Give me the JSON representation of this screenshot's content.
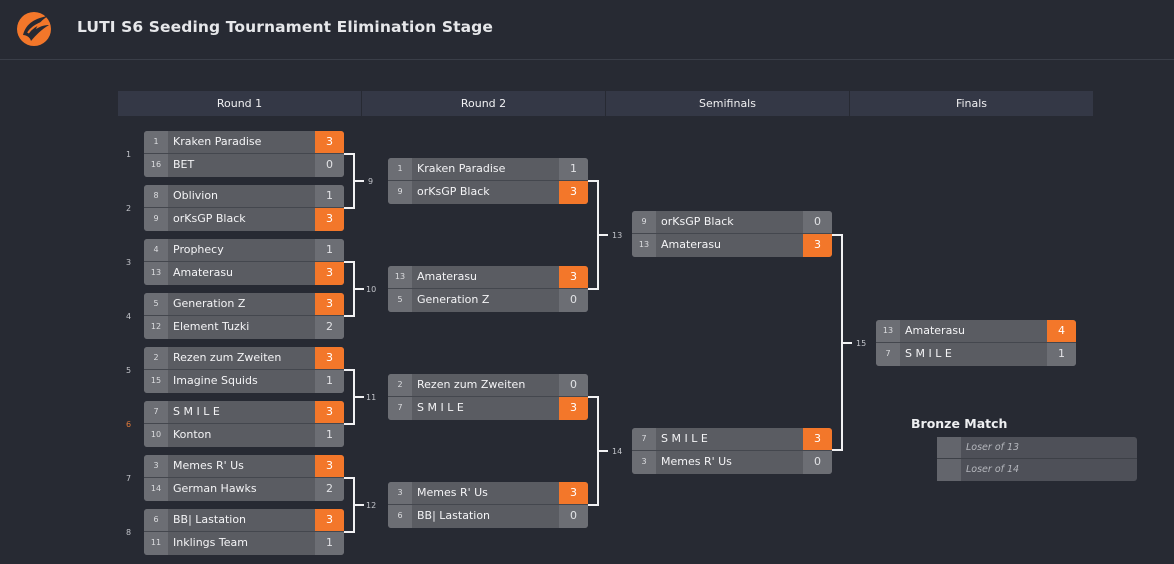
{
  "header": {
    "title": "LUTI S6 Seeding Tournament Elimination Stage"
  },
  "colors": {
    "accent": "#f3772a",
    "background": "#272a33",
    "team_bg": "#5a5c62"
  },
  "rounds": [
    {
      "label": "Round 1"
    },
    {
      "label": "Round 2"
    },
    {
      "label": "Semifinals"
    },
    {
      "label": "Finals"
    }
  ],
  "matches": {
    "m1": {
      "num": "1",
      "a": {
        "seed": "1",
        "name": "Kraken Paradise",
        "score": "3"
      },
      "b": {
        "seed": "16",
        "name": "BET",
        "score": "0"
      }
    },
    "m2": {
      "num": "2",
      "a": {
        "seed": "8",
        "name": "Oblivion",
        "score": "1"
      },
      "b": {
        "seed": "9",
        "name": "orKsGP Black",
        "score": "3"
      }
    },
    "m3": {
      "num": "3",
      "a": {
        "seed": "4",
        "name": "Prophecy",
        "score": "1"
      },
      "b": {
        "seed": "13",
        "name": "Amaterasu",
        "score": "3"
      }
    },
    "m4": {
      "num": "4",
      "a": {
        "seed": "5",
        "name": "Generation Z",
        "score": "3"
      },
      "b": {
        "seed": "12",
        "name": "Element Tuzki",
        "score": "2"
      }
    },
    "m5": {
      "num": "5",
      "a": {
        "seed": "2",
        "name": "Rezen zum Zweiten",
        "score": "3"
      },
      "b": {
        "seed": "15",
        "name": "Imagine Squids",
        "score": "1"
      }
    },
    "m6": {
      "num": "6",
      "a": {
        "seed": "7",
        "name": "S M I L E",
        "score": "3"
      },
      "b": {
        "seed": "10",
        "name": "Konton",
        "score": "1"
      }
    },
    "m7": {
      "num": "7",
      "a": {
        "seed": "3",
        "name": "Memes R' Us",
        "score": "3"
      },
      "b": {
        "seed": "14",
        "name": "German Hawks",
        "score": "2"
      }
    },
    "m8": {
      "num": "8",
      "a": {
        "seed": "6",
        "name": "BB| Lastation",
        "score": "3"
      },
      "b": {
        "seed": "11",
        "name": "Inklings Team",
        "score": "1"
      }
    },
    "m9": {
      "num": "9",
      "a": {
        "seed": "1",
        "name": "Kraken Paradise",
        "score": "1"
      },
      "b": {
        "seed": "9",
        "name": "orKsGP Black",
        "score": "3"
      }
    },
    "m10": {
      "num": "10",
      "a": {
        "seed": "13",
        "name": "Amaterasu",
        "score": "3"
      },
      "b": {
        "seed": "5",
        "name": "Generation Z",
        "score": "0"
      }
    },
    "m11": {
      "num": "11",
      "a": {
        "seed": "2",
        "name": "Rezen zum Zweiten",
        "score": "0"
      },
      "b": {
        "seed": "7",
        "name": "S M I L E",
        "score": "3"
      }
    },
    "m12": {
      "num": "12",
      "a": {
        "seed": "3",
        "name": "Memes R' Us",
        "score": "3"
      },
      "b": {
        "seed": "6",
        "name": "BB| Lastation",
        "score": "0"
      }
    },
    "m13": {
      "num": "13",
      "a": {
        "seed": "9",
        "name": "orKsGP Black",
        "score": "0"
      },
      "b": {
        "seed": "13",
        "name": "Amaterasu",
        "score": "3"
      }
    },
    "m14": {
      "num": "14",
      "a": {
        "seed": "7",
        "name": "S M I L E",
        "score": "3"
      },
      "b": {
        "seed": "3",
        "name": "Memes R' Us",
        "score": "0"
      }
    },
    "m15": {
      "num": "15",
      "a": {
        "seed": "13",
        "name": "Amaterasu",
        "score": "4"
      },
      "b": {
        "seed": "7",
        "name": "S M I L E",
        "score": "1"
      }
    }
  },
  "bronze": {
    "title": "Bronze Match",
    "slot_a": "Loser of 13",
    "slot_b": "Loser of 14"
  }
}
